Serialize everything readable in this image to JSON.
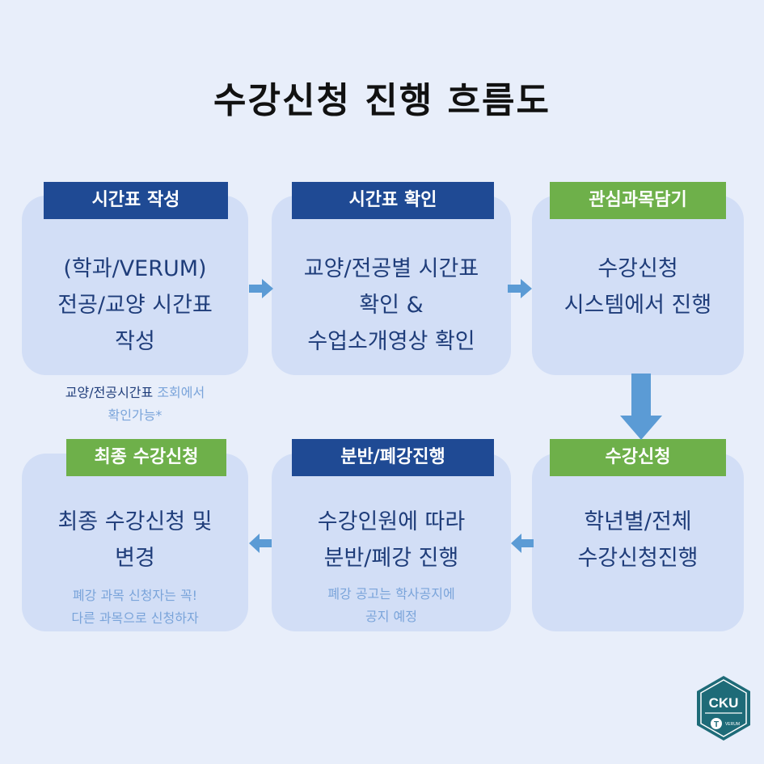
{
  "title": "수강신청 진행 흐름도",
  "steps": [
    {
      "label": "시간표 작성",
      "lines": [
        "(학과/VERUM)",
        "전공/교양 시간표",
        "작성"
      ],
      "note_dark": "교양/전공시간표",
      "note_light": " 조회에서",
      "note_line2": "확인가능*"
    },
    {
      "label": "시간표 확인",
      "lines": [
        "교양/전공별 시간표",
        "확인 &",
        "수업소개영상 확인"
      ]
    },
    {
      "label": "관심과목담기",
      "lines": [
        "수강신청",
        "시스템에서 진행"
      ]
    },
    {
      "label": "수강신청",
      "lines": [
        "학년별/전체",
        "수강신청진행"
      ]
    },
    {
      "label": "분반/폐강진행",
      "lines": [
        "수강인원에 따라",
        "분반/폐강 진행"
      ],
      "note_line1": "폐강 공고는 학사공지에",
      "note_line2": "공지 예정"
    },
    {
      "label": "최종 수강신청",
      "lines": [
        "최종 수강신청 및",
        "변경"
      ],
      "note_line1": "폐강 과목 신청자는 꼭!",
      "note_line2": "다른 과목으로 신청하자"
    }
  ],
  "logo": {
    "text": "CKU",
    "sub": "VERUM"
  },
  "colors": {
    "navy": "#1f4a94",
    "green": "#6eb04a",
    "card": "#d2def6",
    "arrow": "#5b9bd5",
    "logo": "#1e6b78"
  }
}
